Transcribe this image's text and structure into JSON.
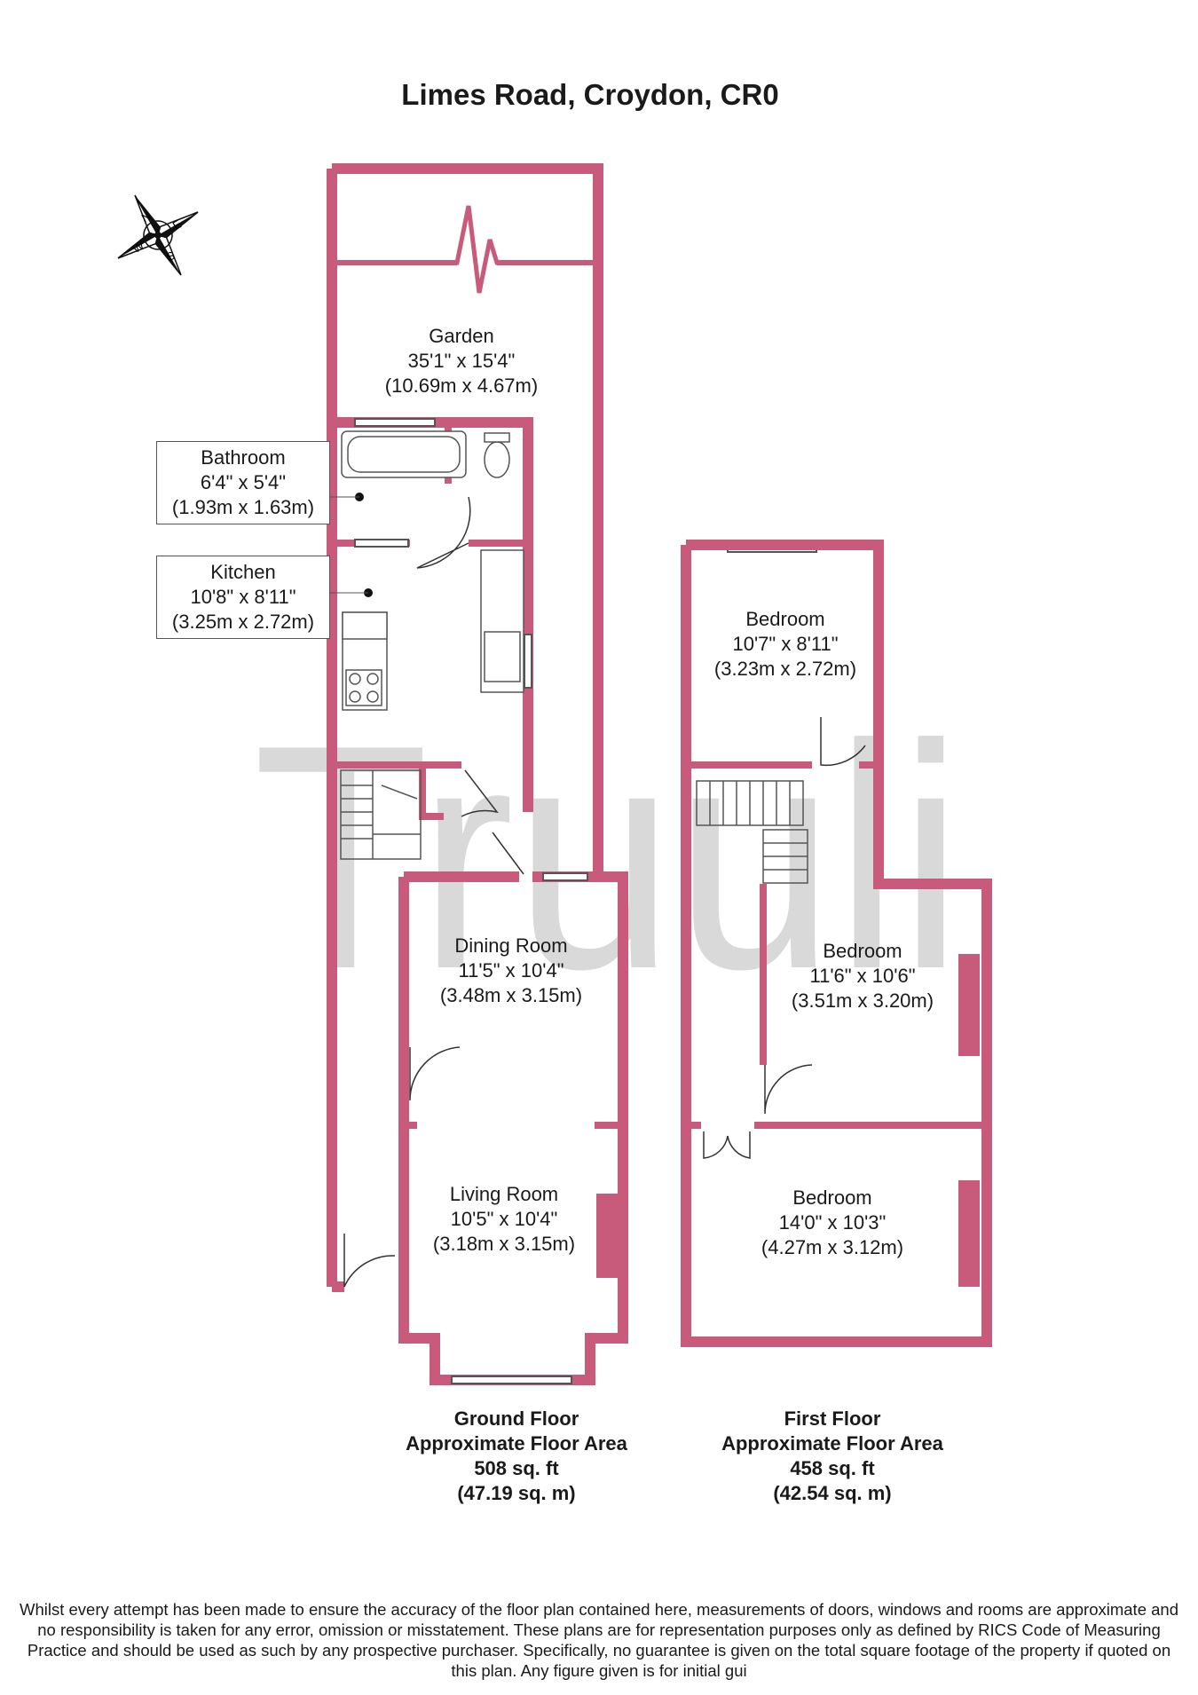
{
  "title": "Limes Road, Croydon, CR0",
  "watermark": "Truuli",
  "compass": {
    "n": "N",
    "e": "E",
    "s": "S",
    "w": "W"
  },
  "rooms": {
    "garden": {
      "name": "Garden",
      "imperial": "35'1\" x 15'4\"",
      "metric": "(10.69m x 4.67m)"
    },
    "bathroom": {
      "name": "Bathroom",
      "imperial": "6'4\" x 5'4\"",
      "metric": "(1.93m x 1.63m)"
    },
    "kitchen": {
      "name": "Kitchen",
      "imperial": "10'8\" x 8'11\"",
      "metric": "(3.25m x 2.72m)"
    },
    "dining": {
      "name": "Dining Room",
      "imperial": "11'5\" x 10'4\"",
      "metric": "(3.48m x 3.15m)"
    },
    "living": {
      "name": "Living Room",
      "imperial": "10'5\" x 10'4\"",
      "metric": "(3.18m x 3.15m)"
    },
    "bedroom1": {
      "name": "Bedroom",
      "imperial": "10'7\" x 8'11\"",
      "metric": "(3.23m x 2.72m)"
    },
    "bedroom2": {
      "name": "Bedroom",
      "imperial": "11'6\" x 10'6\"",
      "metric": "(3.51m x 3.20m)"
    },
    "bedroom3": {
      "name": "Bedroom",
      "imperial": "14'0\" x 10'3\"",
      "metric": "(4.27m x 3.12m)"
    }
  },
  "floors": {
    "ground": {
      "name": "Ground Floor",
      "caption": "Approximate Floor Area",
      "sqft": "508 sq. ft",
      "sqm": "(47.19 sq. m)"
    },
    "first": {
      "name": "First Floor",
      "caption": "Approximate Floor Area",
      "sqft": "458 sq. ft",
      "sqm": "(42.54 sq. m)"
    }
  },
  "disclaimer": "Whilst every attempt has been made to ensure the accuracy of the floor plan contained here, measurements of doors, windows and rooms are approximate and no responsibility is taken for any error, omission or misstatement. These plans are for representation purposes only as defined by RICS Code of Measuring Practice and should be used as such by any prospective purchaser. Specifically, no guarantee is given on the total square footage of the property if quoted on this plan. Any figure given is for initial gui",
  "colors": {
    "wall": "#c85a7c",
    "watermark": "#d9d9d9",
    "text": "#1a1a1a"
  }
}
